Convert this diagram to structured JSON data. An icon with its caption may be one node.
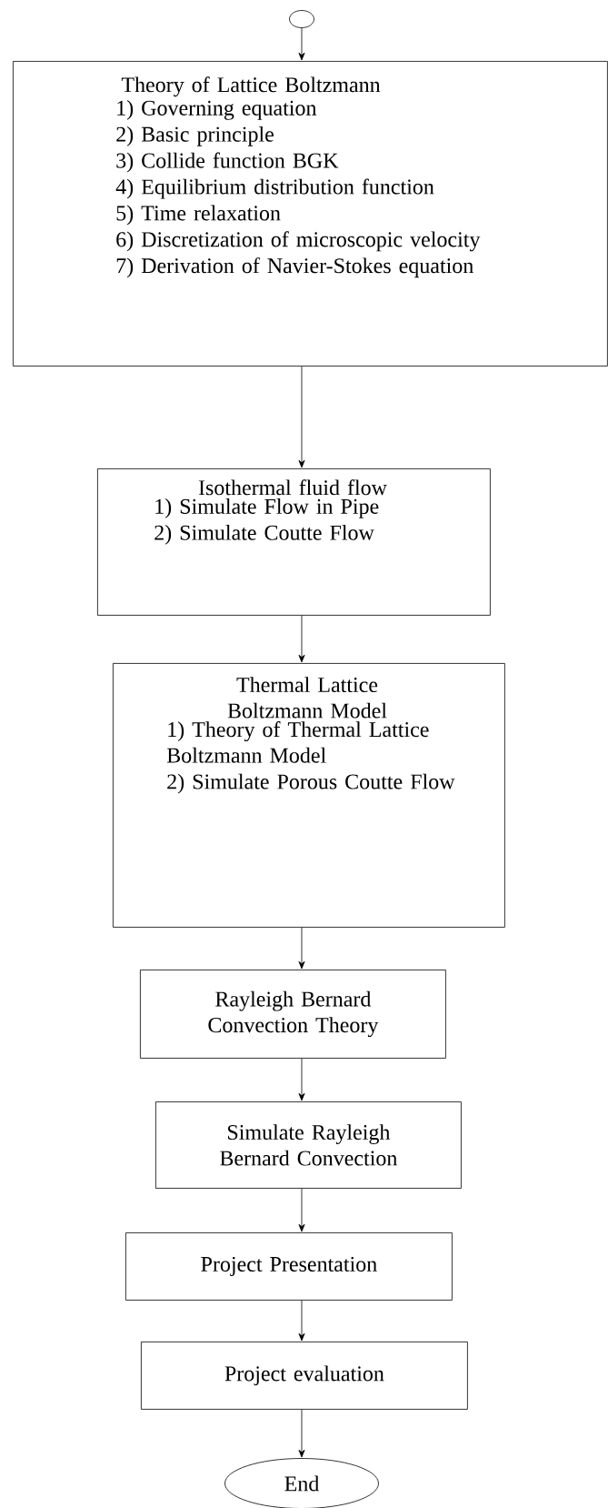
{
  "diagram": {
    "nodes": [
      {
        "text": [],
        "shape": "circle"
      },
      {
        "text": [
          "Theory of Lattice Boltzmann",
          "1) Governing equation",
          "2) Basic principle",
          "3) Collide function BGK",
          "4) Equilibrium distribution function",
          "5) Time relaxation",
          "6) Discretization of microscopic velocity",
          "7) Derivation of Navier-Stokes equation"
        ]
      },
      {
        "text": [
          "Isothermal fluid flow",
          "1) Simulate Flow in Pipe",
          "2) Simulate Coutte Flow"
        ]
      },
      {
        "text": [
          "Thermal Lattice Boltzmann Model",
          "1) Theory of Thermal Lattice Boltzmann Model",
          "2) Simulate Porous Coutte Flow"
        ]
      },
      {
        "text": [
          "Rayleigh Bernard Convection Theory"
        ]
      },
      {
        "text": [
          "Simulate Rayleigh Bernard Convection"
        ]
      },
      {
        "text": [
          "Project Presentation"
        ]
      },
      {
        "text": [
          "Project evaluation"
        ]
      },
      {
        "text": [
          "End"
        ]
      }
    ],
    "edges": [
      {
        "from": 0,
        "to": 1,
        "arrow": "to"
      },
      {
        "from": 1,
        "to": 2,
        "arrow": "to"
      },
      {
        "from": 2,
        "to": 3,
        "arrow": "to"
      },
      {
        "from": 3,
        "to": 4,
        "arrow": "to"
      },
      {
        "from": 4,
        "to": 5,
        "arrow": "to"
      },
      {
        "from": 5,
        "to": 6,
        "arrow": "to"
      },
      {
        "from": 6,
        "to": 7,
        "arrow": "to"
      },
      {
        "from": 7,
        "to": 8,
        "arrow": "to"
      }
    ]
  }
}
